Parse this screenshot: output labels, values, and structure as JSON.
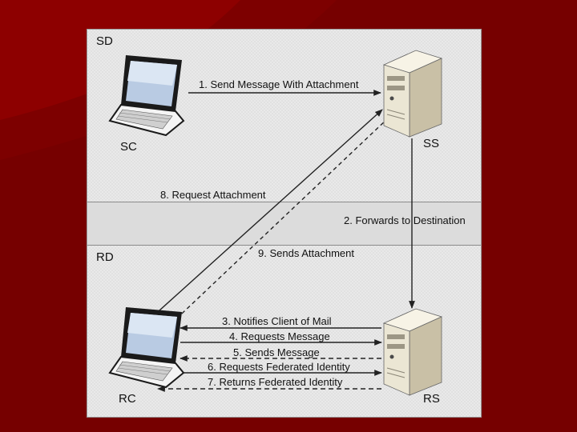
{
  "zones": {
    "sender_domain": "SD",
    "recipient_domain": "RD"
  },
  "nodes": {
    "sender_client": "SC",
    "sender_server": "SS",
    "recipient_client": "RC",
    "recipient_server": "RS"
  },
  "steps": [
    "1. Send Message With Attachment",
    "2. Forwards to Destination",
    "3. Notifies Client of Mail",
    "4. Requests Message",
    "5. Sends Message",
    "6. Requests Federated Identity",
    "7. Returns Federated Identity",
    "8. Request Attachment",
    "9. Sends Attachment"
  ],
  "colors": {
    "slide_background": "#7a0000",
    "diagram_background": "#e9e9e9"
  }
}
